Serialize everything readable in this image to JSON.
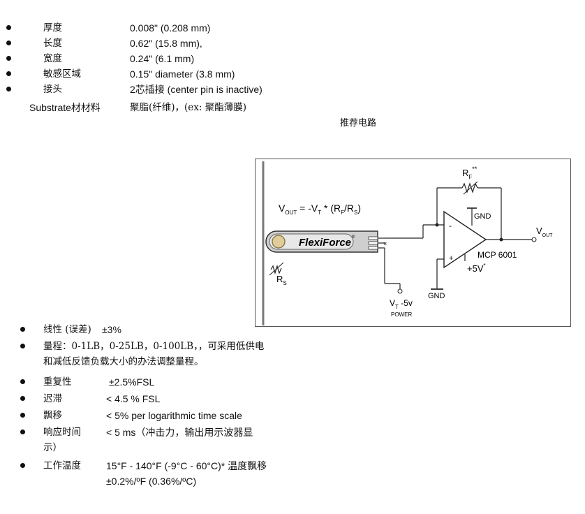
{
  "specs_top": [
    {
      "label": "厚度",
      "value": "0.008\" (0.208 mm)"
    },
    {
      "label": "长度",
      "value": "0.62\" (15.8 mm),"
    },
    {
      "label": "宽度",
      "value": "0.24\" (6.1 mm)"
    },
    {
      "label": "敏感区域",
      "value": "0.15\" diameter (3.8 mm)"
    },
    {
      "label": "接头",
      "value": "2芯插接 (center pin is inactive)"
    }
  ],
  "substrate": {
    "label": "Substrate材材料",
    "value": "聚脂(纤维)，(ex: 聚酯薄膜)"
  },
  "caption": "推荐电路",
  "circuit": {
    "equation": "V_OUT = -V_T * (R_F/R_S)",
    "rf_label": "R",
    "rf_sub": "F",
    "rf_note": "**",
    "rs_label": "R",
    "rs_sub": "S",
    "sensor_name": "FlexiForce",
    "sensor_mark": "®",
    "gnd_top": "GND",
    "gnd_bottom": "GND",
    "chip": "MCP 6001",
    "supply": "+5V",
    "supply_note": "*",
    "vout": "V",
    "vout_sub": "OUT",
    "eq_v": "V",
    "eq_vsub": "OUT",
    "eq_mid": " = -V",
    "eq_tsub": "T",
    "eq_tail": " * (R",
    "eq_fsub": "F",
    "eq_slash": "/R",
    "eq_ssub": "S",
    "eq_end": ")",
    "vt": "V",
    "vt_sub": "T",
    "vt_val": " -5v",
    "power": "POWER",
    "minus": "-",
    "plus": "+"
  },
  "specs_bottom": [
    {
      "label": "线性 (误差)",
      "value": "±3%"
    },
    {
      "label": "量程：0-1LB，0-25LB，0-100LB，，可采用低供电",
      "cont": "和减低反馈负载大小的办法调整量程。"
    },
    {
      "label": "重复性",
      "value": "±2.5%FSL"
    },
    {
      "label": "迟滞",
      "value": "< 4.5 % FSL"
    },
    {
      "label": "飘移",
      "value": "< 5% per logarithmic time scale"
    },
    {
      "label": "响应时间",
      "value": "< 5 ms（冲击力，输出用示波器显",
      "cont": "示）"
    },
    {
      "label": "工作温度",
      "value": "15°F - 140°F (-9°C - 60°C)* 温度飘移",
      "cont": "±0.2%/ºF (0.36%/ºC)"
    }
  ]
}
